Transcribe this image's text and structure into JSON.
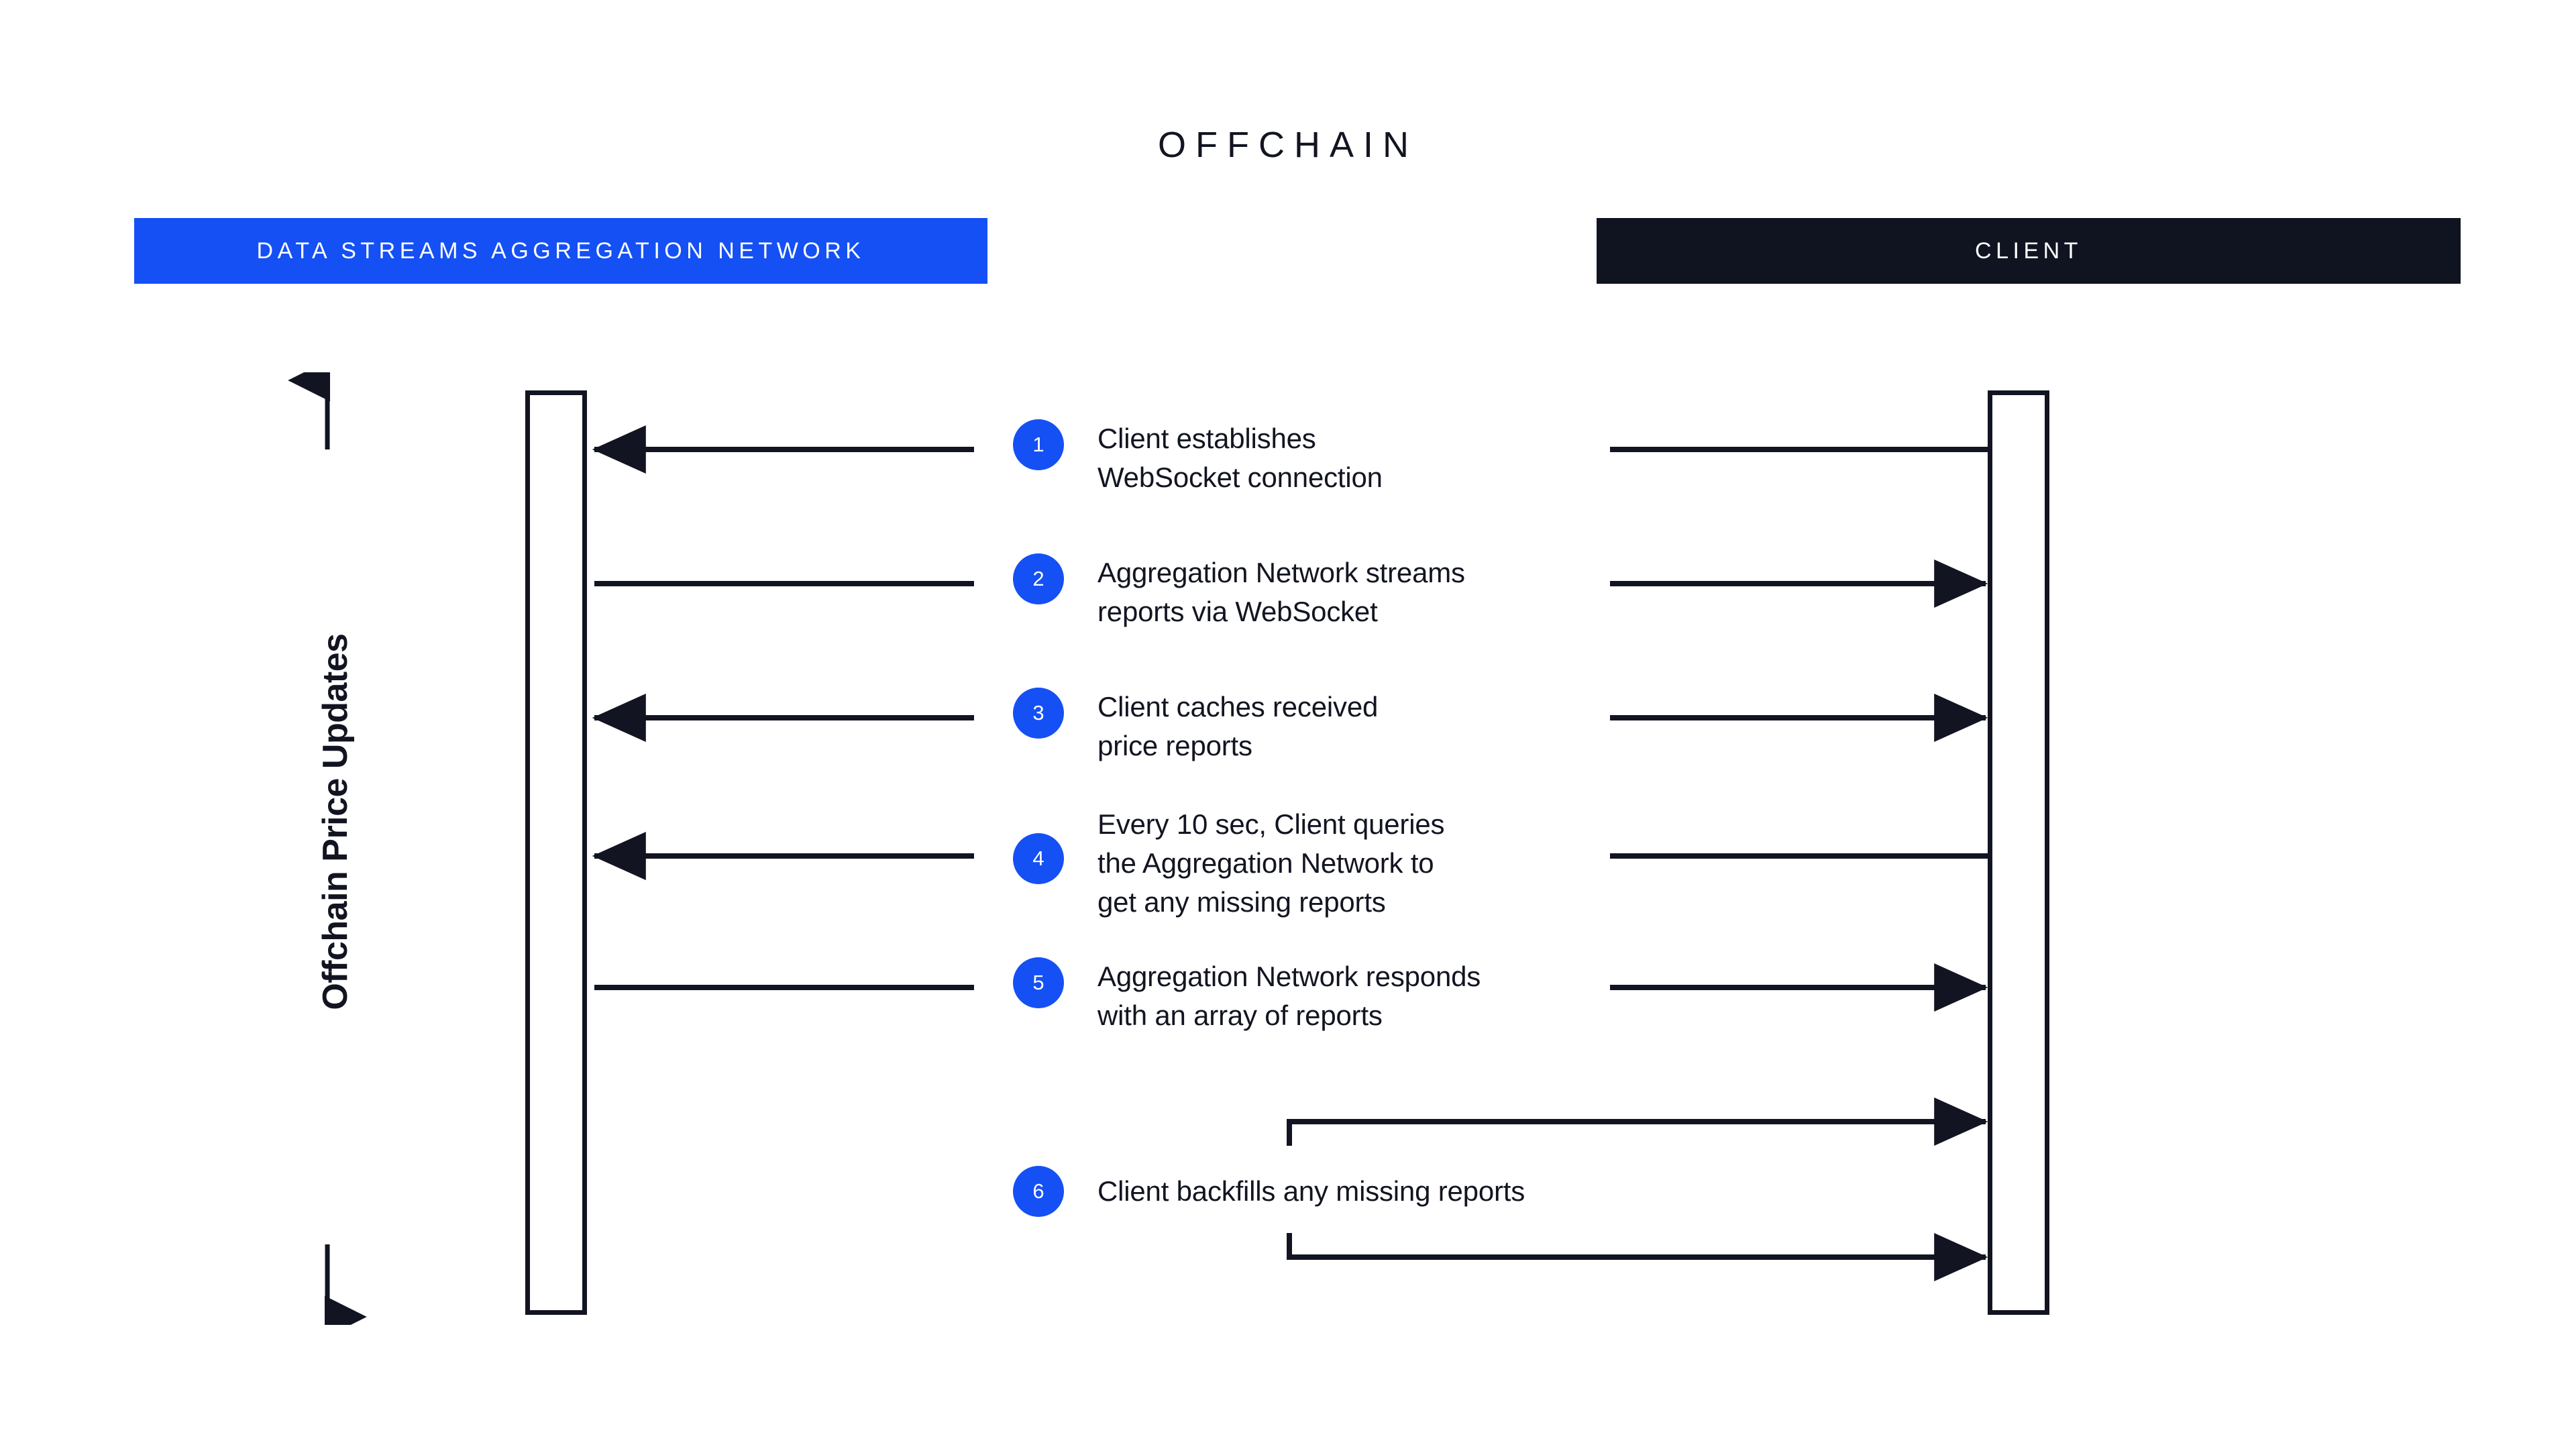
{
  "diagram": {
    "section_title": "OFFCHAIN",
    "axis_label": "Offchain Price Updates",
    "colors": {
      "accent_blue": "#1550f5",
      "dark": "#101420",
      "ink": "#121521",
      "background": "#ffffff"
    }
  },
  "actors": [
    {
      "id": "aggregation-network",
      "label": "DATA STREAMS AGGREGATION NETWORK",
      "bar_color": "#1550f5"
    },
    {
      "id": "client",
      "label": "CLIENT",
      "bar_color": "#101420"
    }
  ],
  "steps": [
    {
      "number": "1",
      "text": "Client establishes\nWebSocket connection",
      "left_connector": "arrow-left",
      "right_connector": "line"
    },
    {
      "number": "2",
      "text": "Aggregation Network streams\nreports via WebSocket",
      "left_connector": "line",
      "right_connector": "arrow-right"
    },
    {
      "number": "3",
      "text": "Client caches received\nprice reports",
      "left_connector": "arrow-left",
      "right_connector": "arrow-right"
    },
    {
      "number": "4",
      "text": "Every 10 sec, Client queries\nthe Aggregation Network to\nget any missing reports",
      "left_connector": "arrow-left",
      "right_connector": "line"
    },
    {
      "number": "5",
      "text": "Aggregation Network responds\nwith an array of reports",
      "left_connector": "line",
      "right_connector": "arrow-right"
    },
    {
      "number": "6",
      "text": "Client backfills any missing reports",
      "left_connector": "none",
      "right_connector": "self-loop-double"
    }
  ]
}
